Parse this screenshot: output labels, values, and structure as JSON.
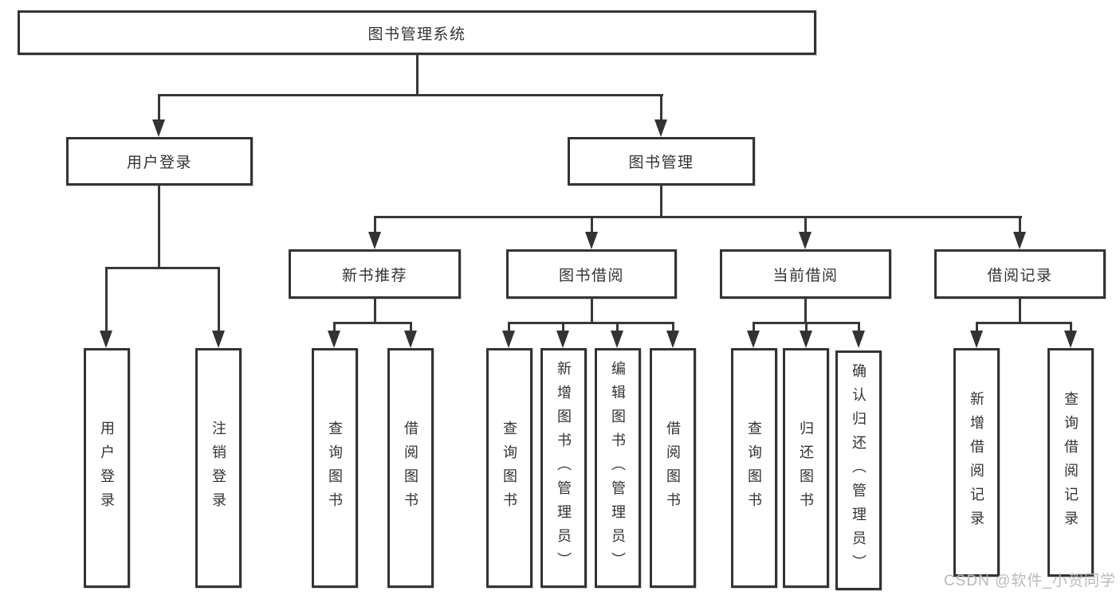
{
  "diagram": {
    "root": {
      "label": "图书管理系统"
    },
    "level2": [
      {
        "label": "用户登录"
      },
      {
        "label": "图书管理"
      }
    ],
    "level3": [
      {
        "label": "新书推荐"
      },
      {
        "label": "图书借阅"
      },
      {
        "label": "当前借阅"
      },
      {
        "label": "借阅记录"
      }
    ],
    "leaves": {
      "login": [
        "用户登录",
        "注销登录"
      ],
      "recommend": [
        "查询图书",
        "借阅图书"
      ],
      "borrow": [
        "查询图书",
        "新增图书（管理员）",
        "编辑图书（管理员）",
        "借阅图书"
      ],
      "current": [
        "查询图书",
        "归还图书",
        "确认归还（管理员）"
      ],
      "records": [
        "新增借阅记录",
        "查询借阅记录"
      ]
    }
  },
  "colors": {
    "line": "#333333",
    "text": "#333333",
    "watermark": "#b9b9b9",
    "background": "#ffffff"
  },
  "watermark": {
    "label": "CSDN @软件_小贺同学"
  }
}
